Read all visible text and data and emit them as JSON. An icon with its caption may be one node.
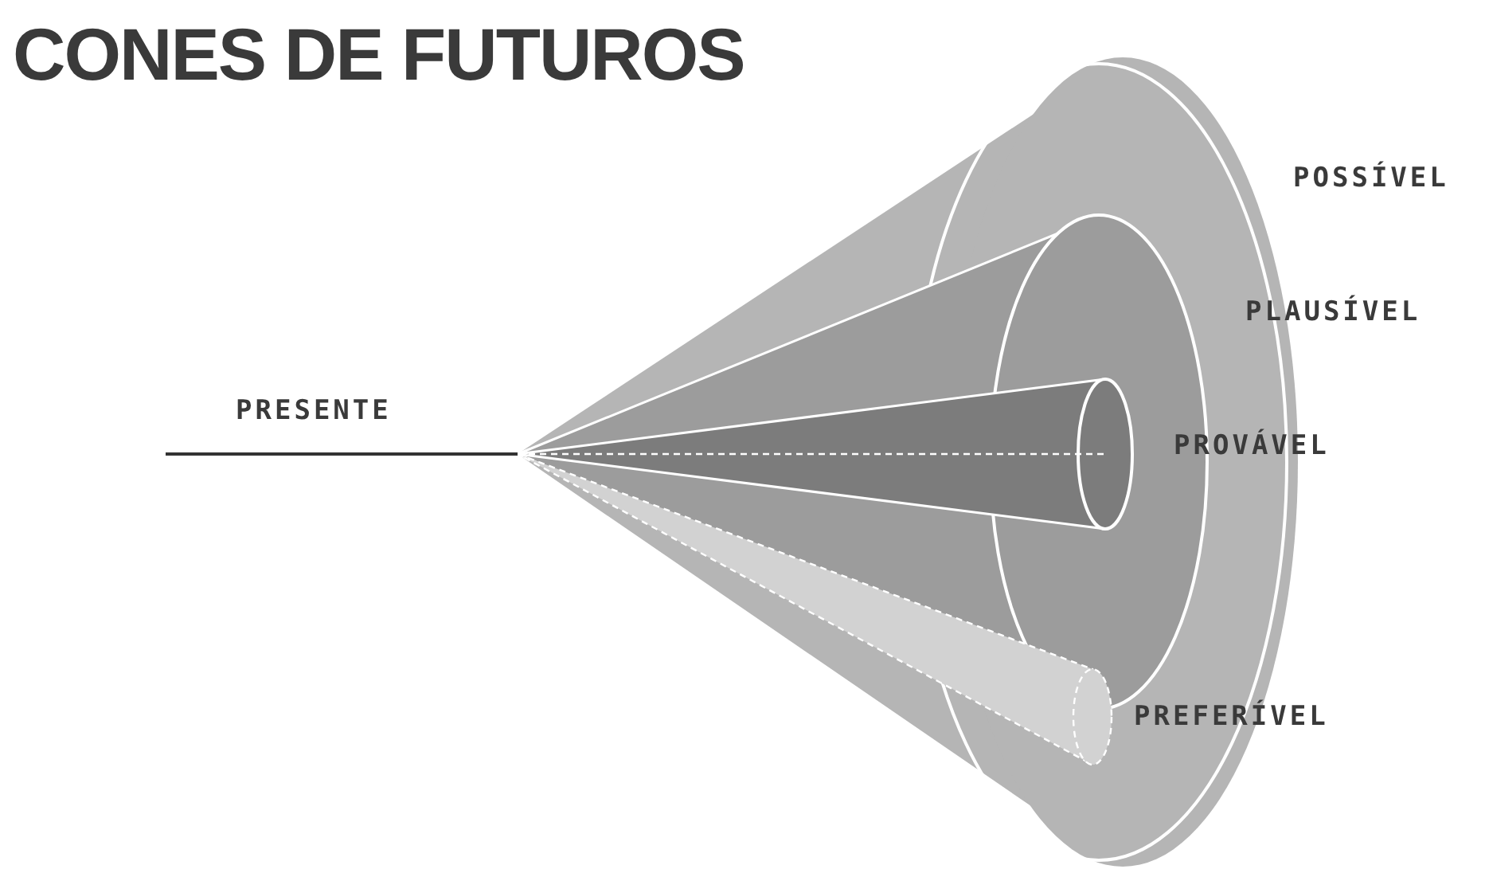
{
  "diagram": {
    "title": "CONES DE FUTUROS",
    "labels": [
      "PRESENTE",
      "POSSÍVEL",
      "PLAUSÍVEL",
      "PROVÁVEL",
      "PREFERÍVEL"
    ]
  }
}
